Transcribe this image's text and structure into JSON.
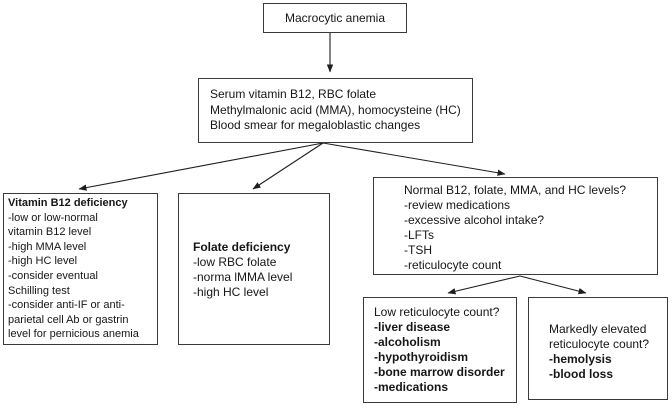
{
  "diagram_type": "flowchart",
  "colors": {
    "background": "#ffffff",
    "box_border": "#3a3a3a",
    "text": "#161616",
    "arrow": "#1f1f1f"
  },
  "nodes": {
    "root": {
      "lines": [
        "Macrocytic anemia"
      ]
    },
    "workup": {
      "lines": [
        "Serum vitamin B12, RBC folate",
        "Methylmalonic acid (MMA), homocysteine (HC)",
        "Blood smear for megaloblastic changes"
      ]
    },
    "b12_deficiency": {
      "lines": [
        "Vitamin B12 deficiency",
        "-low or low-normal",
        "vitamin B12 level",
        "-high MMA level",
        "-high HC level",
        "-consider eventual",
        "Schilling test",
        "-consider anti-IF or anti-",
        "parietal cell Ab or gastrin",
        "level for pernicious anemia"
      ]
    },
    "folate_deficiency": {
      "lines": [
        "Folate deficiency",
        "-low RBC folate",
        "-norma lMMA level",
        "-high HC level"
      ]
    },
    "normal_levels": {
      "lines": [
        "Normal B12, folate, MMA, and HC levels?",
        "-review medications",
        "-excessive alcohol intake?",
        "-LFTs",
        "-TSH",
        "-reticulocyte count"
      ]
    },
    "low_reticulocyte": {
      "lines": [
        "Low reticulocyte count?",
        "-liver disease",
        "-alcoholism",
        "-hypothyroidism",
        "-bone marrow disorder",
        "-medications"
      ]
    },
    "high_reticulocyte": {
      "lines": [
        "Markedly elevated",
        "reticulocyte count?",
        "-hemolysis",
        "-blood loss"
      ]
    }
  },
  "edges": [
    {
      "from": "root",
      "to": "workup"
    },
    {
      "from": "workup",
      "to": "b12_deficiency"
    },
    {
      "from": "workup",
      "to": "folate_deficiency"
    },
    {
      "from": "workup",
      "to": "normal_levels"
    },
    {
      "from": "normal_levels",
      "to": "low_reticulocyte"
    },
    {
      "from": "normal_levels",
      "to": "high_reticulocyte"
    }
  ]
}
